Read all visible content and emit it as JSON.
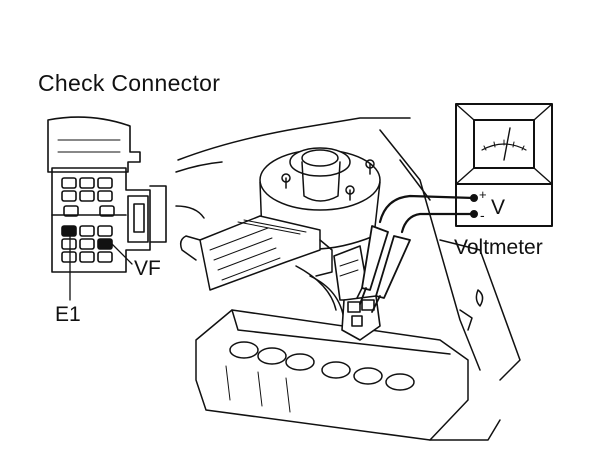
{
  "title": "Check Connector",
  "labels": {
    "vf": "VF",
    "e1": "E1",
    "meter_symbol": "V",
    "positive": "+",
    "negative": "-",
    "meter_name": "Voltmeter"
  },
  "colors": {
    "ink": "#111111",
    "paper": "#ffffff"
  }
}
